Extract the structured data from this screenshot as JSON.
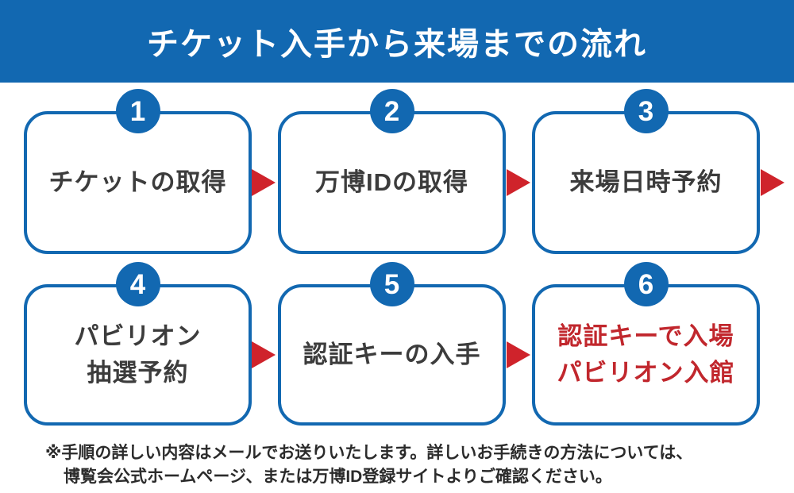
{
  "header": {
    "title": "チケット入手から来場までの流れ"
  },
  "steps": [
    {
      "number": "1",
      "lines": [
        "チケットの取得"
      ]
    },
    {
      "number": "2",
      "lines": [
        "万博IDの取得"
      ]
    },
    {
      "number": "3",
      "lines": [
        "来場日時予約"
      ]
    },
    {
      "number": "4",
      "lines": [
        "パビリオン",
        "抽選予約"
      ]
    },
    {
      "number": "5",
      "lines": [
        "認証キーの入手"
      ]
    },
    {
      "number": "6",
      "lines": [
        "認証キーで入場",
        "パビリオン入館"
      ],
      "highlight": "red"
    }
  ],
  "arrows": {
    "icon": "arrow-right-icon",
    "count": 5
  },
  "footer": {
    "line1": "※手順の詳しい内容はメールでお送りいたします。詳しいお手続きの方法については、",
    "line2": "博覧会公式ホームページ、または万博ID登録サイトよりご確認ください。"
  },
  "colors": {
    "blue": "#1268b1",
    "red": "#cf232b",
    "red-text": "#c1272d",
    "label": "#3c3c3c",
    "footer": "#2b2b2b",
    "bg": "#ffffff"
  }
}
